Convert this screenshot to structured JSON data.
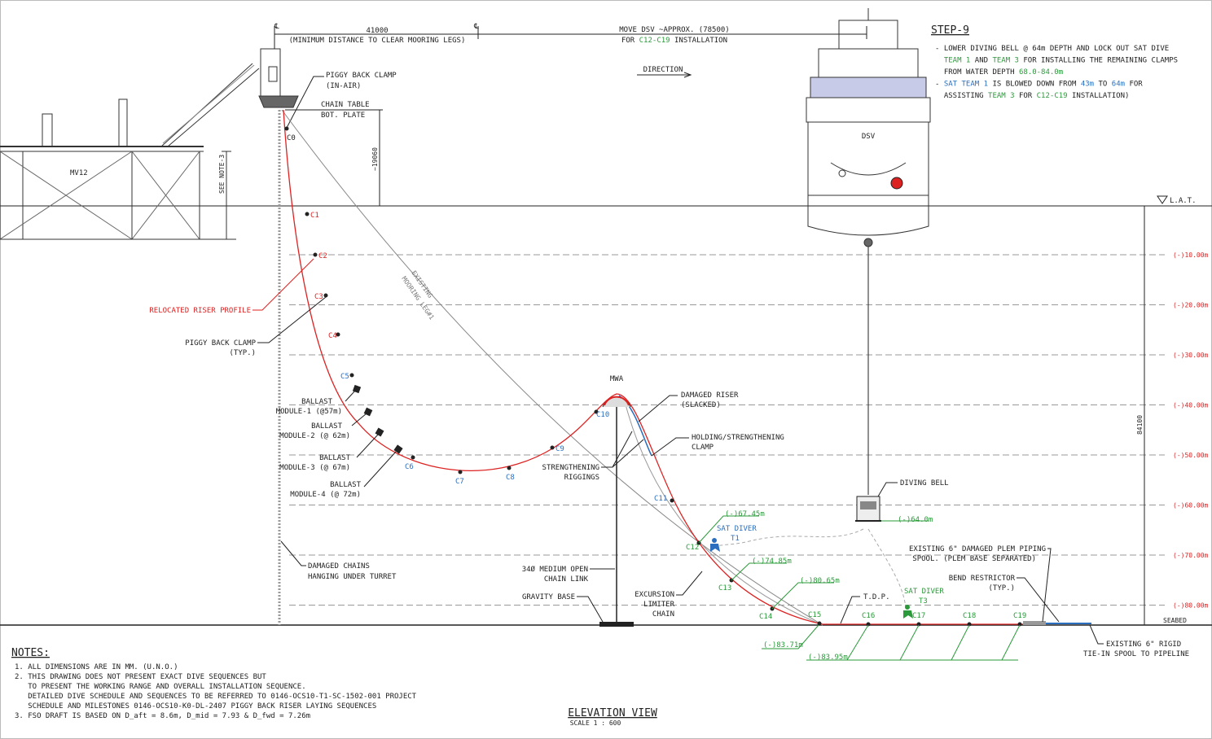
{
  "step": {
    "title": "STEP-9",
    "lines": [
      {
        "parts": [
          {
            "t": "- LOWER DIVING BELL @ 64m DEPTH AND LOCK OUT SAT DIVE",
            "c": "k"
          }
        ]
      },
      {
        "parts": [
          {
            "t": "  TEAM 1",
            "c": "g"
          },
          {
            "t": " AND ",
            "c": "k"
          },
          {
            "t": "TEAM 3",
            "c": "g"
          },
          {
            "t": " FOR INSTALLING THE REMAINING CLAMPS",
            "c": "k"
          }
        ]
      },
      {
        "parts": [
          {
            "t": "  FROM WATER DEPTH ",
            "c": "k"
          },
          {
            "t": "68.0-84.0m",
            "c": "g"
          }
        ]
      },
      {
        "parts": [
          {
            "t": "- ",
            "c": "k"
          },
          {
            "t": "SAT TEAM 1",
            "c": "b"
          },
          {
            "t": " IS BLOWED DOWN FROM ",
            "c": "k"
          },
          {
            "t": "43m",
            "c": "b"
          },
          {
            "t": " TO ",
            "c": "k"
          },
          {
            "t": "64m",
            "c": "b"
          },
          {
            "t": " FOR",
            "c": "k"
          }
        ]
      },
      {
        "parts": [
          {
            "t": "  ASSISTING ",
            "c": "k"
          },
          {
            "t": "TEAM 3",
            "c": "g"
          },
          {
            "t": " FOR ",
            "c": "k"
          },
          {
            "t": "C12-C19",
            "c": "g"
          },
          {
            "t": " INSTALLATION)",
            "c": "k"
          }
        ]
      }
    ]
  },
  "top": {
    "dist_value": "41000",
    "dist_note": "(MINIMUM DISTANCE TO CLEAR MOORING LEGS)",
    "move_line1": "MOVE DSV ~APPROX. (78500)",
    "move_line2_a": "FOR ",
    "move_line2_b": "C12-C19",
    "move_line2_c": " INSTALLATION",
    "direction": "DIRECTION",
    "cl_mark": "℄"
  },
  "labels": {
    "piggy_top1": "PIGGY BACK CLAMP",
    "piggy_top2": "(IN-AIR)",
    "chain_table1": "CHAIN TABLE",
    "chain_table2": "BOT. PLATE",
    "dim_19060": "~19060",
    "see_note": "SEE NOTE-3",
    "mv12": "MV12",
    "dsv": "DSV",
    "lat": "L.A.T.",
    "relocated": "RELOCATED RISER PROFILE",
    "piggy_typ1": "PIGGY BACK CLAMP",
    "piggy_typ2": "(TYP.)",
    "existing_leg": "EXISTING",
    "mooring_leg": "MOORING LEG#1",
    "mwa": "MWA",
    "damaged_riser1": "DAMAGED RISER",
    "damaged_riser2": "(SLACKED)",
    "holding1": "HOLDING/STRENGTHENING",
    "holding2": "CLAMP",
    "strength1": "STRENGTHENING",
    "strength2": "RIGGINGS",
    "diving_bell": "DIVING BELL",
    "bell_depth": "(-)64.0m",
    "sat_t1a": "SAT DIVER",
    "sat_t1b": "T1",
    "sat_t3a": "SAT DIVER",
    "sat_t3b": "T3",
    "damaged_chains1": "DAMAGED CHAINS",
    "damaged_chains2": "HANGING UNDER TURRET",
    "chain_link1": "34Ø MEDIUM OPEN",
    "chain_link2": "CHAIN LINK",
    "gravity_base": "GRAVITY BASE",
    "excursion1": "EXCURSION",
    "excursion2": "LIMITER",
    "excursion3": "CHAIN",
    "tdp": "T.D.P.",
    "plem1": "EXISTING 6\" DAMAGED PLEM PIPING",
    "plem2": "SPOOL. (PLEM BASE SEPARATED)",
    "bend1": "BEND RESTRICTOR",
    "bend2": "(TYP.)",
    "rigid1": "EXISTING 6\" RIGID",
    "rigid2": "TIE-IN SPOOL TO PIPELINE",
    "seabed": "SEABED",
    "depth_total": "84100"
  },
  "ballast": [
    {
      "a": "BALLAST",
      "b": "MODULE-1 (@57m)"
    },
    {
      "a": "BALLAST",
      "b": "MODULE-2 (@ 62m)"
    },
    {
      "a": "BALLAST",
      "b": "MODULE-3 (@ 67m)"
    },
    {
      "a": "BALLAST",
      "b": "MODULE-4 (@ 72m)"
    }
  ],
  "depth_marks": [
    "(-)10.00m",
    "(-)20.00m",
    "(-)30.00m",
    "(-)40.00m",
    "(-)50.00m",
    "(-)60.00m",
    "(-)70.00m",
    "(-)80.00m"
  ],
  "clamps": [
    "C0",
    "C1",
    "C2",
    "C3",
    "C4",
    "C5",
    "C6",
    "C7",
    "C8",
    "C9",
    "C10",
    "C11",
    "C12",
    "C13",
    "C14",
    "C15",
    "C16",
    "C17",
    "C18",
    "C19"
  ],
  "clamp_depths": [
    "(-)67.45m",
    "(-)74.85m",
    "(-)80.65m",
    "(-)83.71m",
    "(-)83.95m"
  ],
  "notes": {
    "title": "NOTES:",
    "lines": [
      "1. ALL DIMENSIONS ARE IN MM. (U.N.O.)",
      "2. THIS DRAWING DOES NOT PRESENT EXACT DIVE SEQUENCES BUT",
      "   TO PRESENT THE WORKING RANGE AND OVERALL INSTALLATION SEQUENCE.",
      "   DETAILED DIVE SCHEDULE AND SEQUENCES TO BE REFERRED TO 0146-OCS10-T1-SC-1502-001 PROJECT",
      "   SCHEDULE AND MILESTONES 0146-OCS10-K0-DL-2407 PIGGY BACK RISER LAYING SEQUENCES",
      "3. FSO DRAFT IS BASED ON D_aft = 8.6m, D_mid = 7.93 & D_fwd = 7.26m"
    ]
  },
  "view": {
    "title": "ELEVATION VIEW",
    "scale": "SCALE 1 : 600"
  },
  "colors": {
    "riser": "#d22",
    "green": "#2a9a3a",
    "blue": "#2a6fbf",
    "line": "#222",
    "dash": "#999"
  }
}
